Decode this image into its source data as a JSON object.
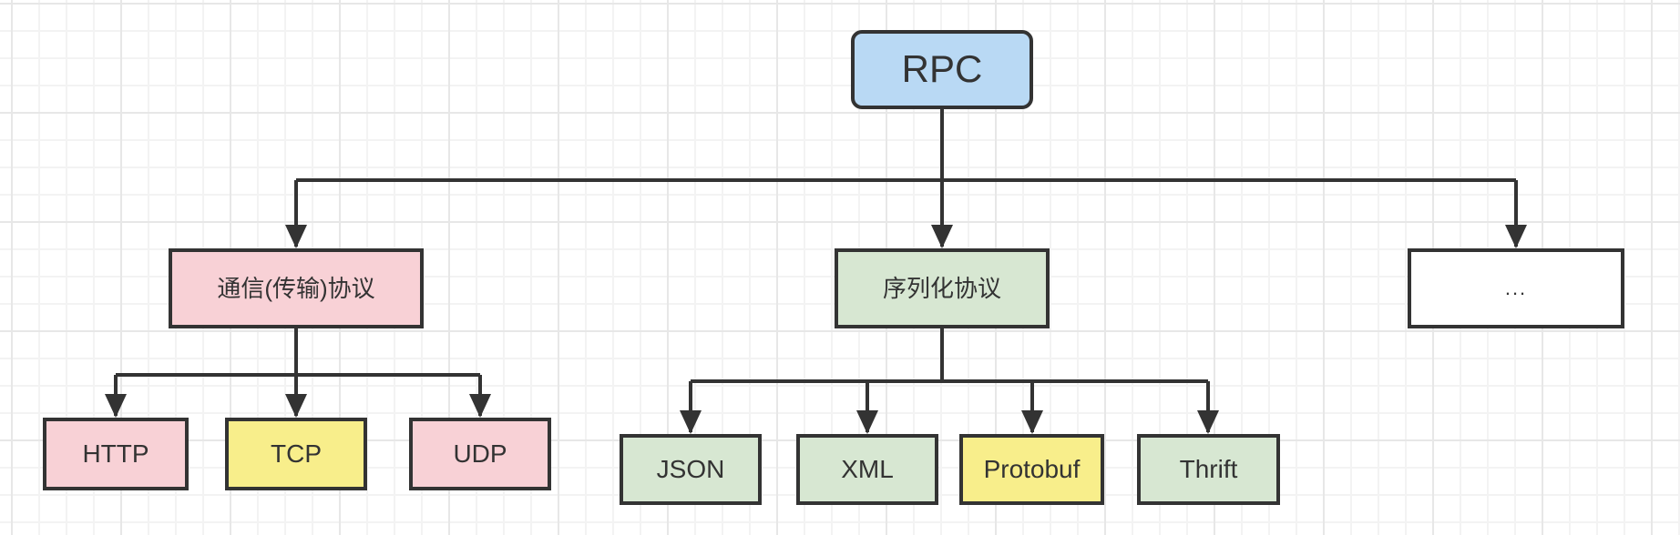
{
  "colors": {
    "node_border": "#333333",
    "connector": "#333333",
    "text": "#333333",
    "blue": "#b9d9f4",
    "pink": "#f8d1d6",
    "green": "#d7e7d2",
    "yellow": "#f8ee8b",
    "white": "#ffffff",
    "grid_minor": "#f3f3f3",
    "grid_major": "#e7e7e7"
  },
  "nodes": {
    "rpc": {
      "label": "RPC",
      "fill": "blue"
    },
    "transport": {
      "label": "通信(传输)协议",
      "fill": "pink"
    },
    "serialization": {
      "label": "序列化协议",
      "fill": "green"
    },
    "other": {
      "label": "...",
      "fill": "white"
    },
    "http": {
      "label": "HTTP",
      "fill": "pink"
    },
    "tcp": {
      "label": "TCP",
      "fill": "yellow"
    },
    "udp": {
      "label": "UDP",
      "fill": "pink"
    },
    "json": {
      "label": "JSON",
      "fill": "green"
    },
    "xml": {
      "label": "XML",
      "fill": "green"
    },
    "protobuf": {
      "label": "Protobuf",
      "fill": "yellow"
    },
    "thrift": {
      "label": "Thrift",
      "fill": "green"
    }
  },
  "edges": [
    {
      "from": "RPC",
      "to": "通信(传输)协议"
    },
    {
      "from": "RPC",
      "to": "序列化协议"
    },
    {
      "from": "RPC",
      "to": "..."
    },
    {
      "from": "通信(传输)协议",
      "to": "HTTP"
    },
    {
      "from": "通信(传输)协议",
      "to": "TCP"
    },
    {
      "from": "通信(传输)协议",
      "to": "UDP"
    },
    {
      "from": "序列化协议",
      "to": "JSON"
    },
    {
      "from": "序列化协议",
      "to": "XML"
    },
    {
      "from": "序列化协议",
      "to": "Protobuf"
    },
    {
      "from": "序列化协议",
      "to": "Thrift"
    }
  ]
}
